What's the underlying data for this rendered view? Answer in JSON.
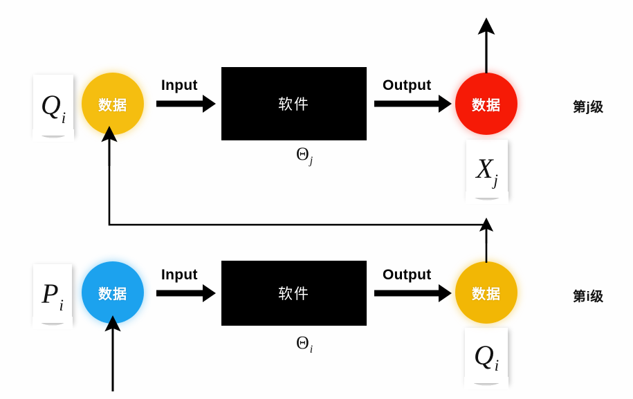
{
  "diagram": {
    "title": "Hierarchical software data-flow diagram",
    "background": "#fefefe",
    "colors": {
      "yellow": "#F5BE10",
      "yellow_alt": "#F2B705",
      "red": "#F61A06",
      "blue": "#1CA2EE",
      "black": "#000000",
      "text_dark": "#111111",
      "card_white": "#FFFFFF"
    }
  },
  "levels": [
    {
      "id": "level-j",
      "level_label": "第j级",
      "input_doc": {
        "var": "Q",
        "sub": "i"
      },
      "input_node": {
        "label": "数据",
        "color": "#F5BE10"
      },
      "edge_in_label": "Input",
      "process": {
        "label": "软件",
        "param_symbol": "Θ",
        "param_sub": "j"
      },
      "edge_out_label": "Output",
      "output_node": {
        "label": "数据",
        "color": "#F61A06"
      },
      "output_doc": {
        "var": "X",
        "sub": "j"
      }
    },
    {
      "id": "level-i",
      "level_label": "第i级",
      "input_doc": {
        "var": "P",
        "sub": "i"
      },
      "input_node": {
        "label": "数据",
        "color": "#1CA2EE"
      },
      "edge_in_label": "Input",
      "process": {
        "label": "软件",
        "param_symbol": "Θ",
        "param_sub": "i"
      },
      "edge_out_label": "Output",
      "output_node": {
        "label": "数据",
        "color": "#F2B705"
      },
      "output_doc": {
        "var": "Q",
        "sub": "i"
      }
    }
  ],
  "connectors": {
    "top_exit_arrow": "arrow-up-from-level-j-output",
    "bottom_entry_arrow": "arrow-up-into-level-i-input",
    "feedback_path": "arrow-from-level-i-output-up-left-into-level-j-input"
  }
}
